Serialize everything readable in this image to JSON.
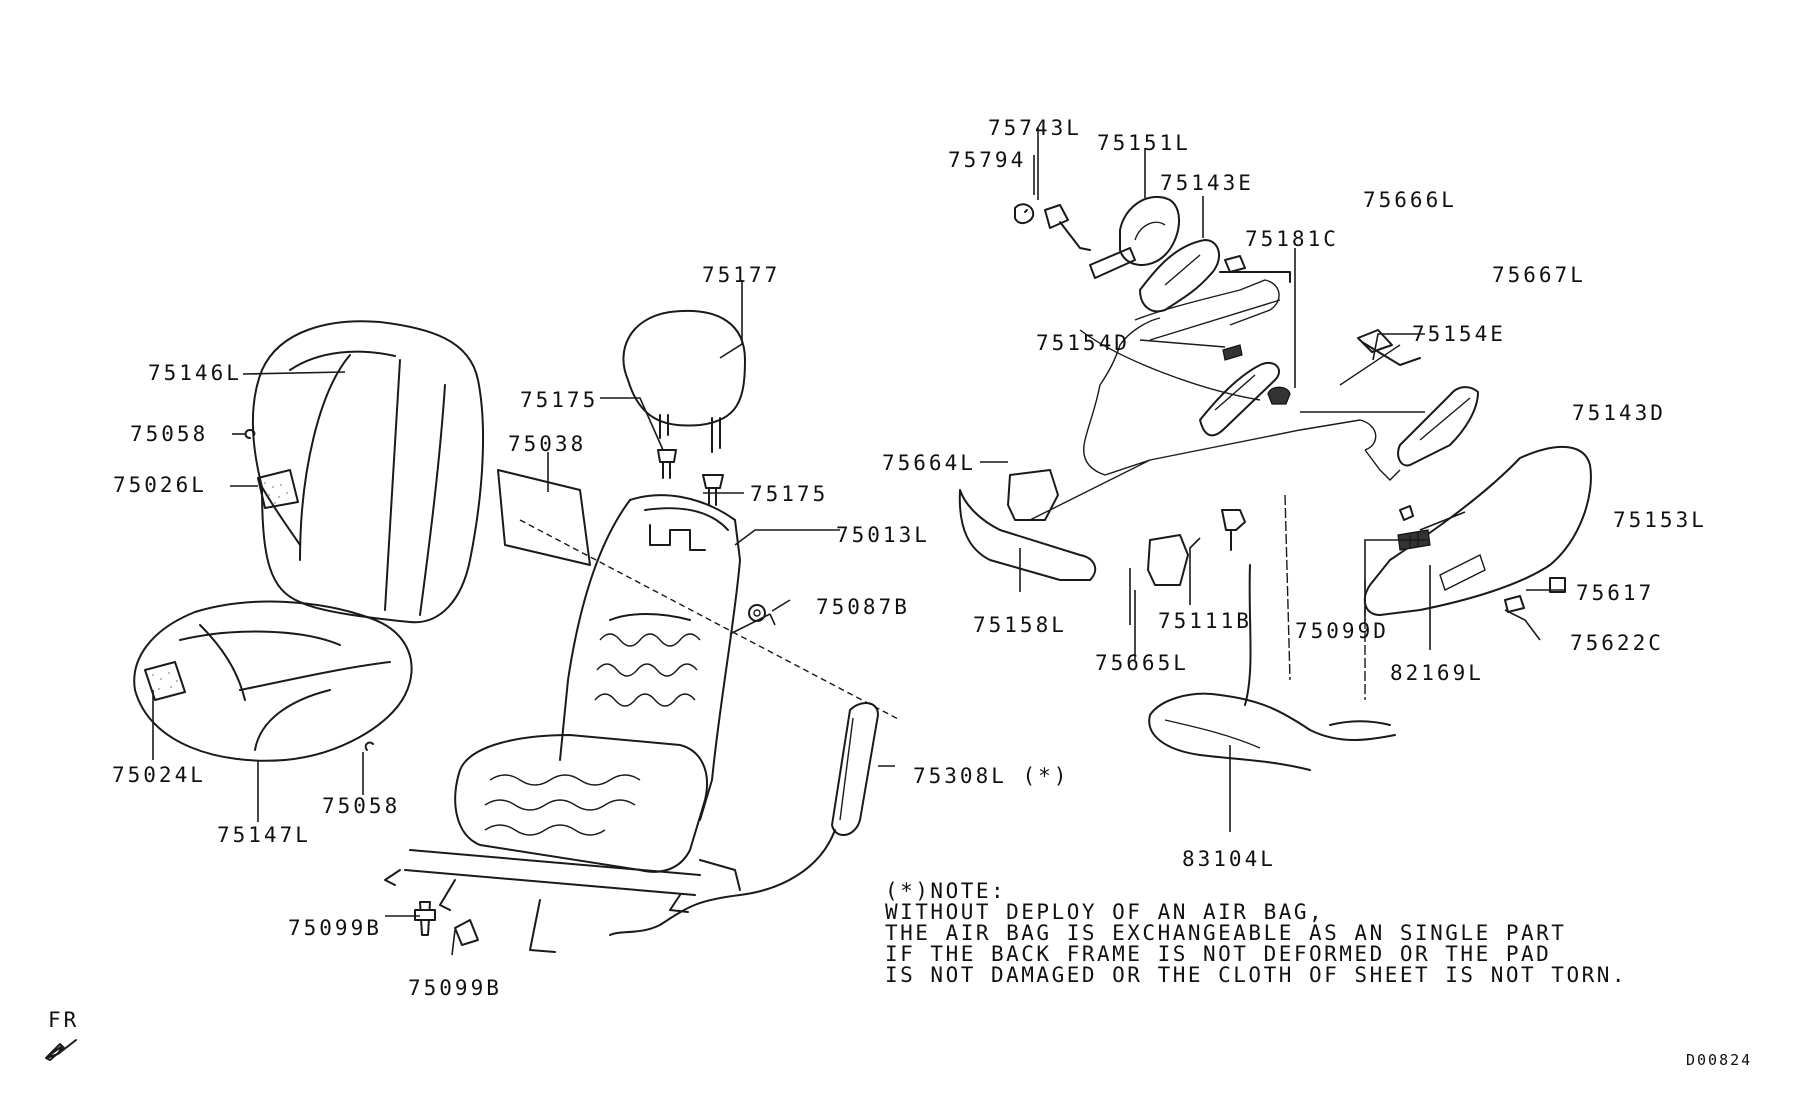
{
  "labels": {
    "p75146L": "75146L",
    "p75058a": "75058",
    "p75026L": "75026L",
    "p75024L": "75024L",
    "p75147L": "75147L",
    "p75058b": "75058",
    "p75038": "75038",
    "p75175a": "75175",
    "p75175b": "75175",
    "p75177": "75177",
    "p75013L": "75013L",
    "p75087B": "75087B",
    "p75308L": "75308L (*)",
    "p75099Ba": "75099B",
    "p75099Bb": "75099B",
    "p75743L": "75743L",
    "p75794": "75794",
    "p75151L": "75151L",
    "p75143E": "75143E",
    "p75181C": "75181C",
    "p75666L": "75666L",
    "p75667L": "75667L",
    "p75154D": "75154D",
    "p75154E": "75154E",
    "p75143D": "75143D",
    "p75664L": "75664L",
    "p75153L": "75153L",
    "p75617": "75617",
    "p75622C": "75622C",
    "p75158L": "75158L",
    "p75111B": "75111B",
    "p75099D": "75099D",
    "p82169L": "82169L",
    "p75665L": "75665L",
    "p83104L": "83104L"
  },
  "note": {
    "heading": "(*)NOTE:",
    "lines": [
      "WITHOUT DEPLOY OF AN AIR BAG,",
      "THE AIR BAG IS EXCHANGEABLE AS AN SINGLE PART",
      "IF THE BACK FRAME IS NOT DEFORMED OR THE PAD",
      "IS NOT DAMAGED OR THE CLOTH OF SHEET IS NOT TORN."
    ]
  },
  "direction": {
    "label": "FR"
  },
  "diagram_code": "D00824"
}
